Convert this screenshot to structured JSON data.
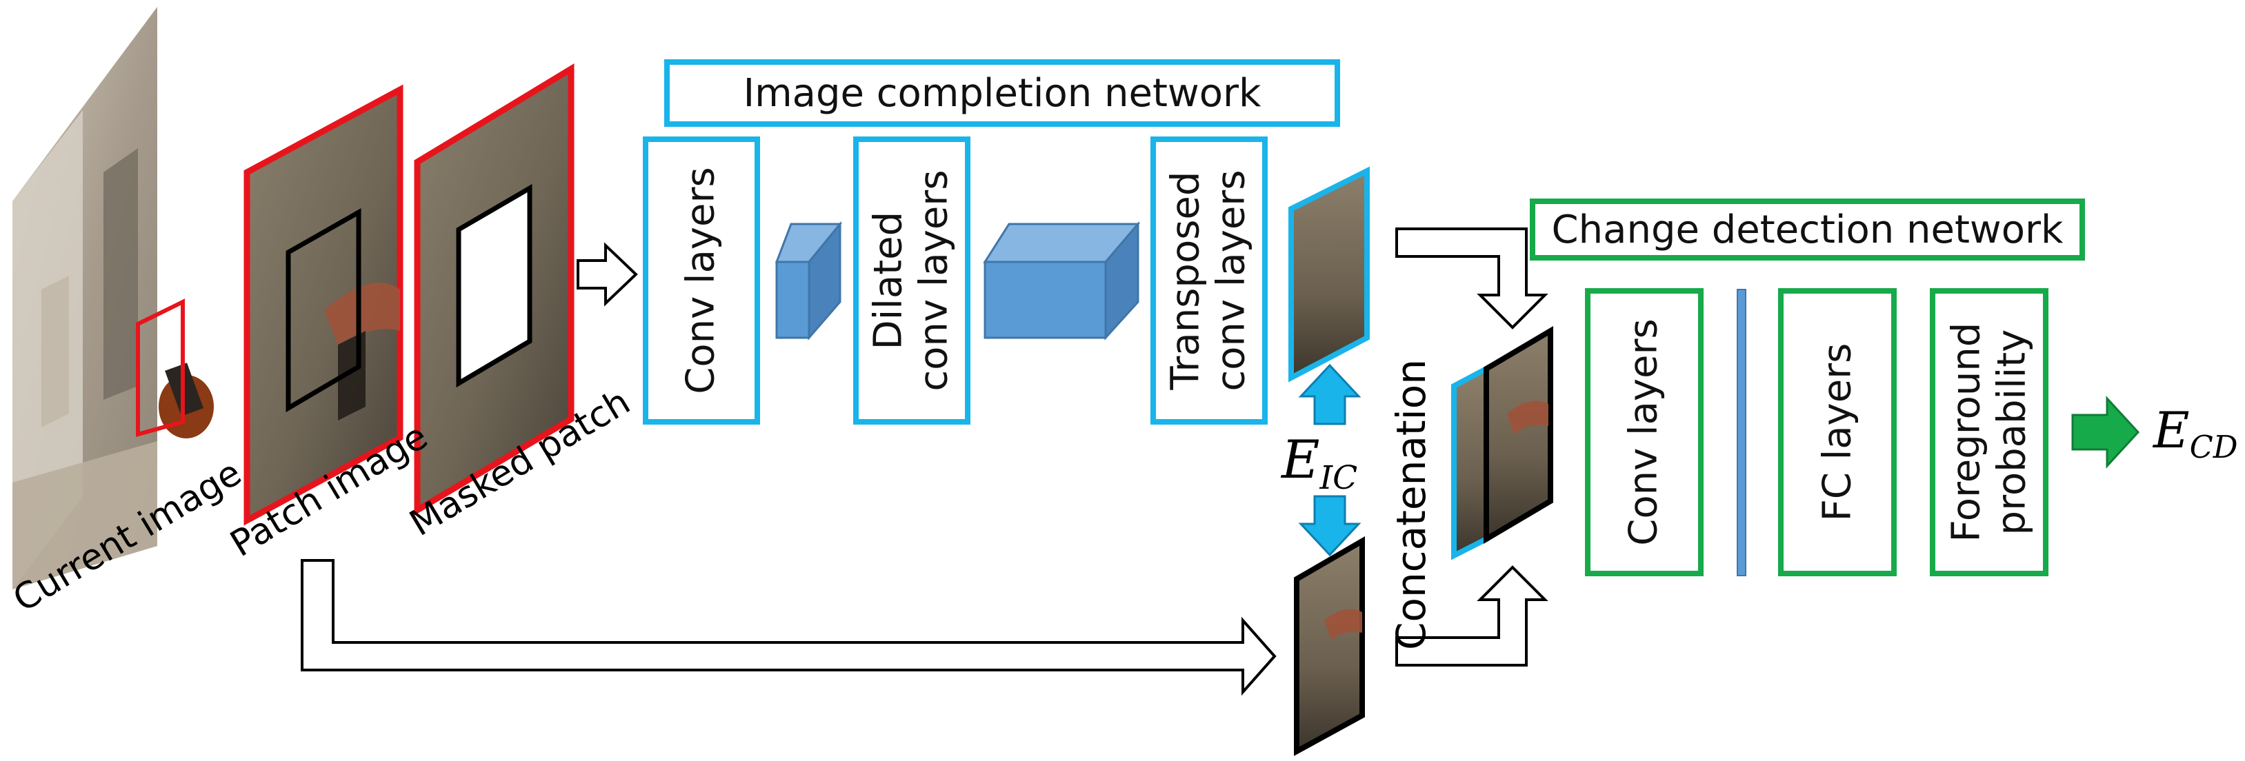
{
  "image_completion": {
    "title": "Image completion network",
    "conv": "Conv layers",
    "dilated_1": "Dilated",
    "dilated_2": "conv layers",
    "transposed_1": "Transposed",
    "transposed_2": "conv layers"
  },
  "change_detection": {
    "title": "Change detection network",
    "conv": "Conv layers",
    "fc": "FC layers",
    "fg_1": "Foreground",
    "fg_2": "probability"
  },
  "labels": {
    "current_image": "Current image",
    "patch_image": "Patch image",
    "masked_patch": "Masked patch",
    "concatenation": "Concatenation"
  },
  "losses": {
    "ic_base": "E",
    "ic_sub": "IC",
    "cd_base": "E",
    "cd_sub": "CD"
  },
  "colors": {
    "ic_blue": "#19b4ea",
    "cd_green": "#17aa4a",
    "patch_red": "#e8141c",
    "feature_blue": "#5b9bd5"
  }
}
